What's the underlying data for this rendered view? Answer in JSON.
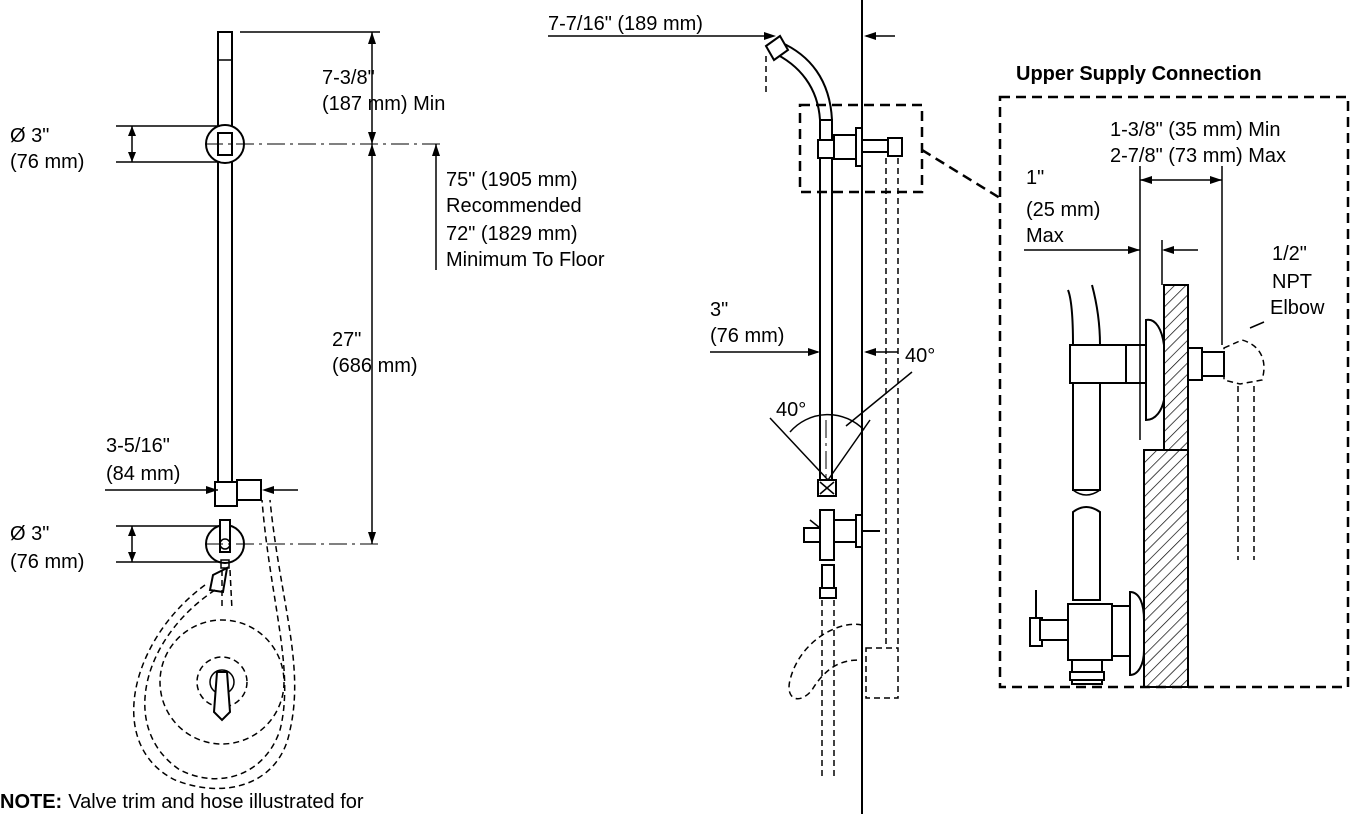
{
  "front_view": {
    "dim_bar_top": "7-3/8\"",
    "dim_bar_top_mm": "(187 mm) Min",
    "dia_upper": "Ø 3\"",
    "dia_upper_mm": "(76 mm)",
    "height_rec": "75\" (1905 mm)",
    "height_rec_label": "Recommended",
    "height_min": "72\" (1829 mm)",
    "height_min_label": "Minimum To Floor",
    "bar_length": "27\"",
    "bar_length_mm": "(686 mm)",
    "holder_offset": "3-5/16\"",
    "holder_offset_mm": "(84 mm)",
    "dia_lower": "Ø 3\"",
    "dia_lower_mm": "(76 mm)"
  },
  "side_view": {
    "arm_reach": "7-7/16\" (189 mm)",
    "bar_offset": "3\"",
    "bar_offset_mm": "(76 mm)",
    "angle_right": "40°",
    "angle_left": "40°"
  },
  "detail": {
    "title": "Upper Supply Connection",
    "min_depth": "1-3/8\" (35 mm) Min",
    "max_depth": "2-7/8\" (73 mm) Max",
    "wall_max": "1\"",
    "wall_max_mm": "(25 mm)",
    "wall_max_label": "Max",
    "elbow_size": "1/2\"",
    "elbow_type": "NPT",
    "elbow_label": "Elbow"
  },
  "note": {
    "label": "NOTE:",
    "text": "Valve trim and hose illustrated for"
  }
}
